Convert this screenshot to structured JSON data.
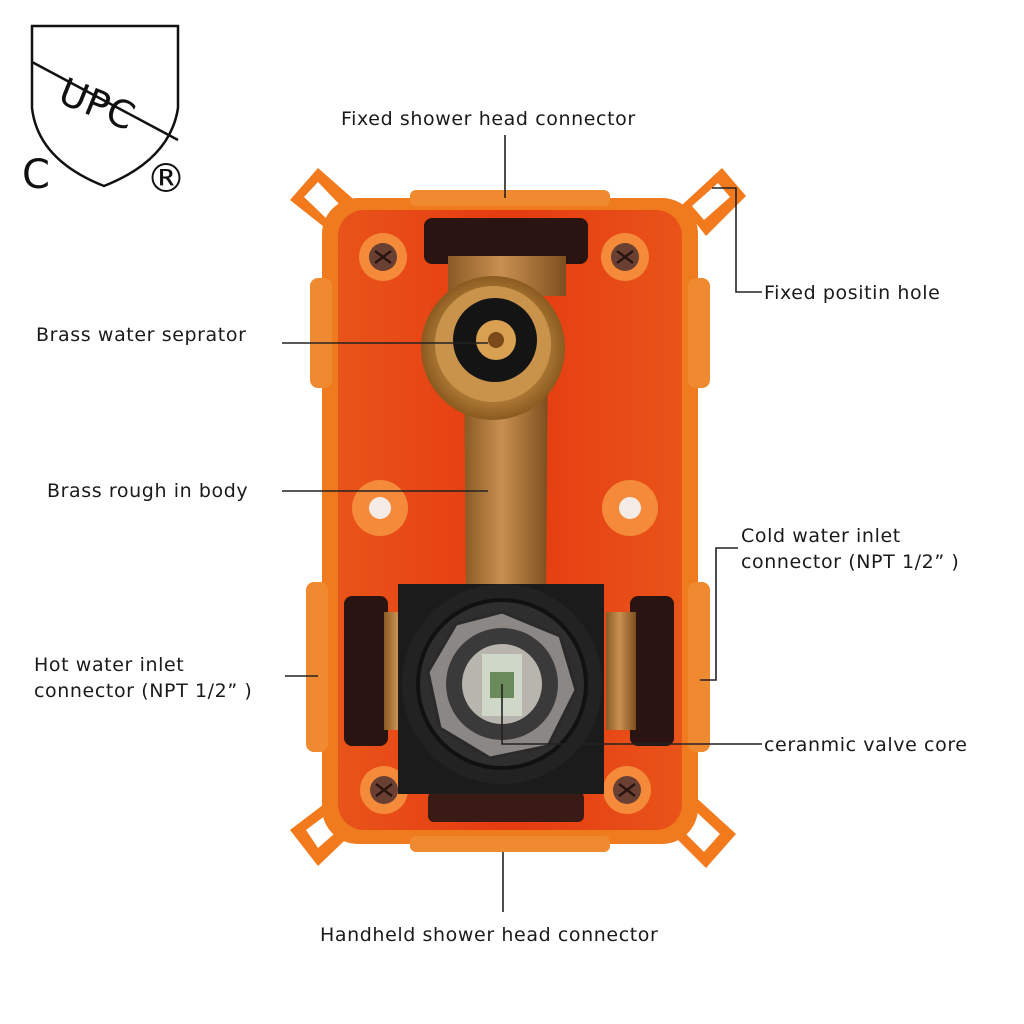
{
  "certification": {
    "mark_text": "UPC",
    "left_letter": "C",
    "registered_symbol": "®"
  },
  "labels": {
    "fixed_shower_head_connector": "Fixed shower head connector",
    "fixed_position_hole": "Fixed positin hole",
    "brass_water_separator": "Brass water seprator",
    "brass_rough_in_body": "Brass rough in body",
    "cold_water_inlet": {
      "line1": "Cold water inlet",
      "line2": "connector (NPT 1/2” )"
    },
    "hot_water_inlet": {
      "line1": "Hot water inlet",
      "line2": "connector (NPT 1/2” )"
    },
    "ceramic_valve_core": "ceranmic valve core",
    "handheld_shower_head_connector": "Handheld shower head connector"
  },
  "colors": {
    "housing_orange": "#f0731a",
    "interior_red": "#e1320e",
    "brass": "#b9803f",
    "valve_black": "#1c1c1c",
    "leader_line": "#222222"
  }
}
